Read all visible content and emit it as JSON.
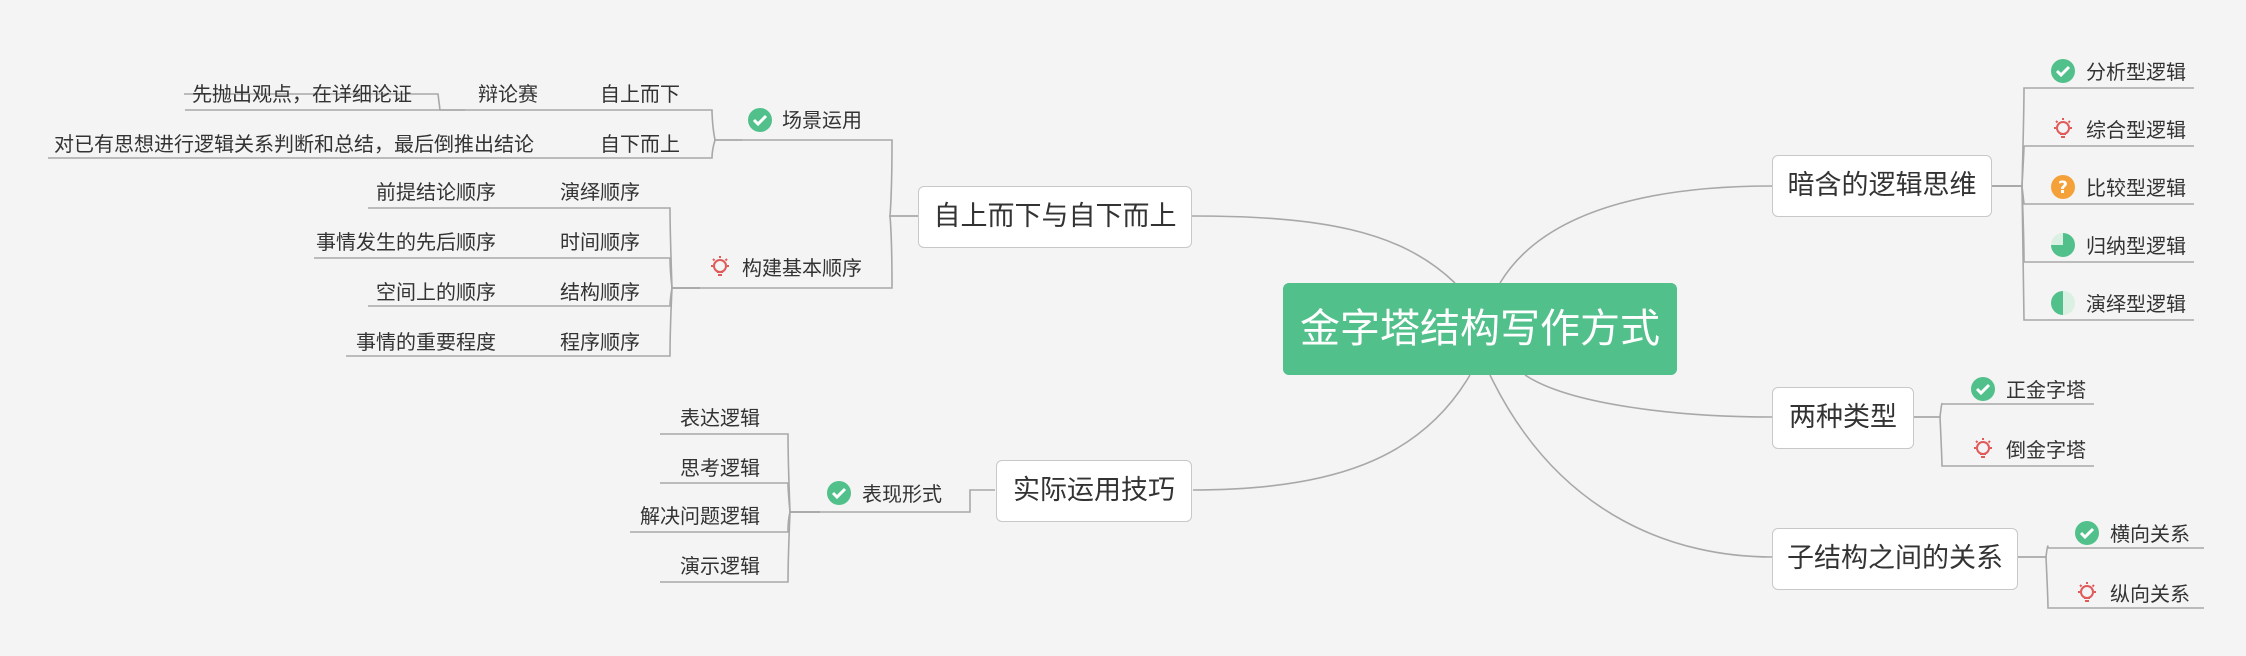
{
  "colors": {
    "main": "#52c08b",
    "check": "#52c08b",
    "bulb": "#e05a5a",
    "question": "#f4a13a"
  },
  "root": "金字塔结构写作方式",
  "left": [
    {
      "label": "自上而下与自下而上",
      "groups": [
        {
          "label": "场景运用",
          "icon": "check-icon",
          "items": [
            {
              "label": "自上而下",
              "children": [
                {
                  "label": "辩论赛",
                  "children": [
                    "先抛出观点，在详细论证"
                  ]
                }
              ]
            },
            {
              "label": "自下而上",
              "children": [
                "对已有思想进行逻辑关系判断和总结，最后倒推出结论"
              ]
            }
          ]
        },
        {
          "label": "构建基本顺序",
          "icon": "bulb-icon",
          "items": [
            {
              "label": "演绎顺序",
              "children": [
                "前提结论顺序"
              ]
            },
            {
              "label": "时间顺序",
              "children": [
                "事情发生的先后顺序"
              ]
            },
            {
              "label": "结构顺序",
              "children": [
                "空间上的顺序"
              ]
            },
            {
              "label": "程序顺序",
              "children": [
                "事情的重要程度"
              ]
            }
          ]
        }
      ]
    },
    {
      "label": "实际运用技巧",
      "groups": [
        {
          "label": "表现形式",
          "icon": "check-icon",
          "items": [
            "表达逻辑",
            "思考逻辑",
            "解决问题逻辑",
            "演示逻辑"
          ]
        }
      ]
    }
  ],
  "right": [
    {
      "label": "暗含的逻辑思维",
      "items": [
        {
          "label": "分析型逻辑",
          "icon": "check-icon"
        },
        {
          "label": "综合型逻辑",
          "icon": "bulb-icon"
        },
        {
          "label": "比较型逻辑",
          "icon": "question-icon"
        },
        {
          "label": "归纳型逻辑",
          "icon": "progress-icon",
          "progress": 0.75
        },
        {
          "label": "演绎型逻辑",
          "icon": "progress-icon",
          "progress": 0.5
        }
      ]
    },
    {
      "label": "两种类型",
      "items": [
        {
          "label": "正金字塔",
          "icon": "check-icon"
        },
        {
          "label": "倒金字塔",
          "icon": "bulb-icon"
        }
      ]
    },
    {
      "label": "子结构之间的关系",
      "items": [
        {
          "label": "横向关系",
          "icon": "check-icon"
        },
        {
          "label": "纵向关系",
          "icon": "bulb-icon"
        }
      ]
    }
  ]
}
